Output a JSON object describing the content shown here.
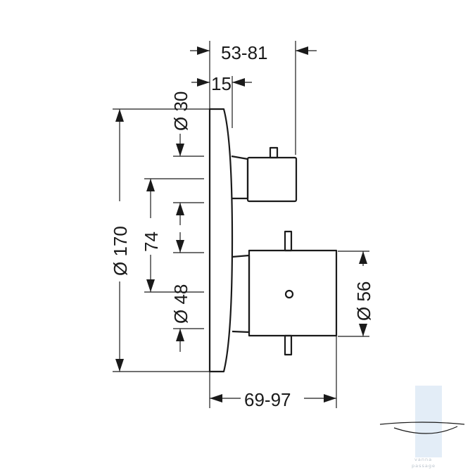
{
  "dimensions": {
    "depth_thermostat": "53-81",
    "rosette_offset": "15",
    "knob_diameter_small": "Ø 30",
    "rosette_height": "Ø 170",
    "center_distance": "74",
    "knob_diameter_mid": "Ø 48",
    "handle_diameter": "Ø 56",
    "depth_handle": "69-97"
  },
  "watermark": {
    "line1": "vanna",
    "line2": "passage",
    "accent_color": "#dde9f5"
  },
  "colors": {
    "ink": "#1a1a1a",
    "background": "#ffffff"
  }
}
